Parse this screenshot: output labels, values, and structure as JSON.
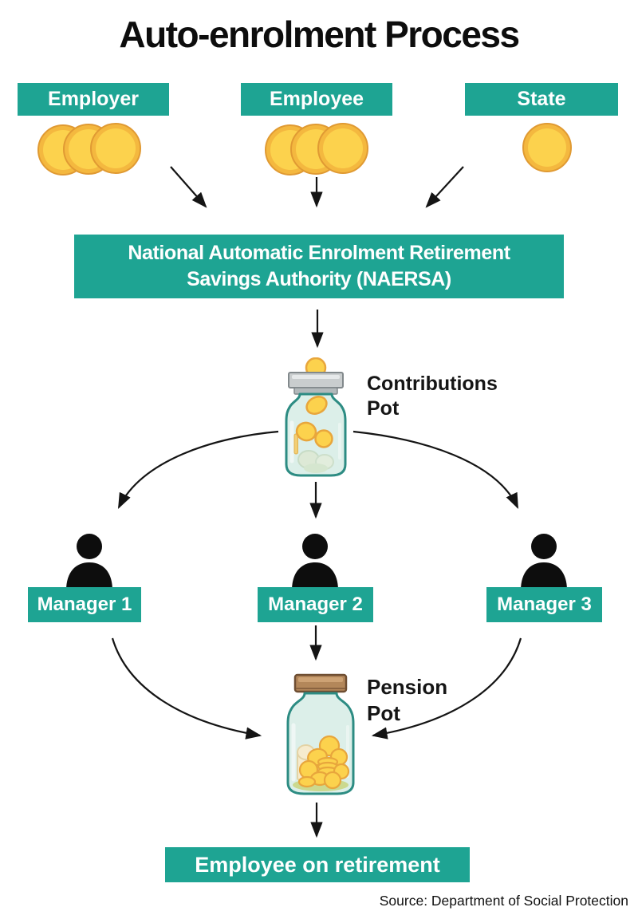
{
  "title": "Auto-enrolment Process",
  "colors": {
    "accent": "#1EA493",
    "ink": "#111111"
  },
  "sources": [
    {
      "label": "Employer",
      "coins": 3
    },
    {
      "label": "Employee",
      "coins": 3
    },
    {
      "label": "State",
      "coins": 1
    }
  ],
  "authority": {
    "label_line1": "National Automatic Enrolment Retirement",
    "label_line2": "Savings Authority (NAERSA)"
  },
  "pots": {
    "contributions": {
      "label": "Contributions Pot"
    },
    "pension": {
      "label": "Pension Pot"
    }
  },
  "managers": [
    {
      "label": "Manager 1"
    },
    {
      "label": "Manager 2"
    },
    {
      "label": "Manager 3"
    }
  ],
  "outcome": {
    "label": "Employee on retirement"
  },
  "source_note": "Source: Department of Social Protection"
}
